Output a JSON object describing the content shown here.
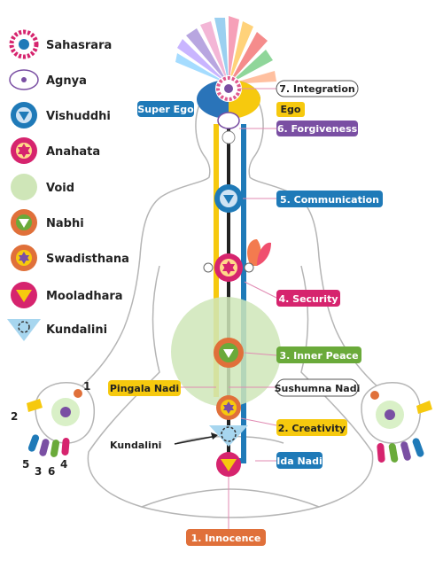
{
  "legend": {
    "items": [
      {
        "label": "Sahasrara",
        "icon": "sahasrara-lotus-icon"
      },
      {
        "label": "Agnya",
        "icon": "agnya-lotus-icon"
      },
      {
        "label": "Vishuddhi",
        "icon": "vishuddhi-chakra-icon"
      },
      {
        "label": "Anahata",
        "icon": "anahata-chakra-icon"
      },
      {
        "label": "Void",
        "icon": "void-circle-icon"
      },
      {
        "label": "Nabhi",
        "icon": "nabhi-chakra-icon"
      },
      {
        "label": "Swadisthana",
        "icon": "swadisthana-chakra-icon"
      },
      {
        "label": "Mooladhara",
        "icon": "mooladhara-chakra-icon"
      },
      {
        "label": "Kundalini",
        "icon": "kundalini-spiral-icon"
      }
    ]
  },
  "labels": {
    "integration": "7. Integration",
    "ego": "Ego",
    "super_ego": "Super Ego",
    "forgiveness": "6. Forgiveness",
    "communication": "5. Communication",
    "security": "4. Security",
    "inner_peace": "3. Inner Peace",
    "sushumna": "Sushumna Nadi",
    "pingala": "Pingala Nadi",
    "creativity": "2. Creativity",
    "kundalini": "Kundalini",
    "ida": "Ida Nadi",
    "innocence": "1. Innocence"
  },
  "finger_numbers": {
    "n1": "1",
    "n2": "2",
    "n3": "3",
    "n4": "4",
    "n5": "5",
    "n6": "6"
  },
  "colors": {
    "blue": "#1f7ab8",
    "yellow": "#f6c90e",
    "purple": "#7a4fa3",
    "magenta": "#d6246e",
    "green": "#6aaa3a",
    "orange": "#e0703a",
    "void": "#cfe6b8"
  }
}
